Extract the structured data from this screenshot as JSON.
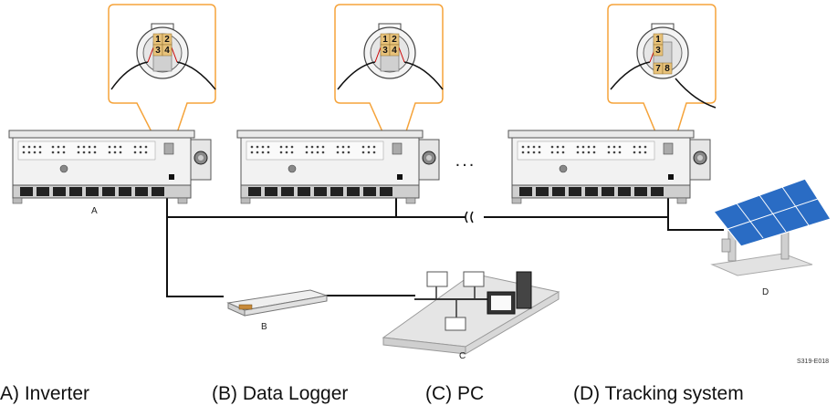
{
  "labels": {
    "inverter": "A",
    "data_logger": "B",
    "pc": "C",
    "tracking_system": "D"
  },
  "ellipsis": "...",
  "figure_code": "S319-E018",
  "connectors": [
    {
      "pins": [
        "1",
        "2",
        "3",
        "4"
      ]
    },
    {
      "pins": [
        "1",
        "2",
        "3",
        "4"
      ]
    },
    {
      "pins": [
        "1",
        "3",
        "7",
        "8"
      ]
    }
  ],
  "legend": {
    "a": "A) Inverter",
    "b": "(B) Data Logger",
    "c": "(C) PC",
    "d": "(D) Tracking system"
  },
  "colors": {
    "callout": "#f5a33a",
    "pin": "#e8c27a",
    "cable": "#111111",
    "device": "#dcdcdc",
    "panel": "#2a6cc4"
  }
}
